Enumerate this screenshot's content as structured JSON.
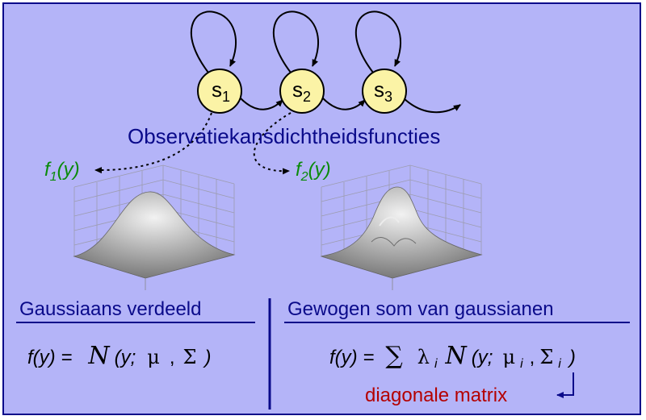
{
  "states": [
    {
      "letter": "s",
      "index": "1"
    },
    {
      "letter": "s",
      "index": "2"
    },
    {
      "letter": "s",
      "index": "3"
    }
  ],
  "observation_title": "Observatiekansdichtheidsfuncties",
  "density_labels": [
    {
      "f": "f",
      "sub": "1",
      "arg": "(y)"
    },
    {
      "f": "f",
      "sub": "2",
      "arg": "(y)"
    }
  ],
  "left_panel": {
    "heading": "Gaussiaans verdeeld",
    "formula": {
      "lhs": "f(y) =",
      "N": "N",
      "args": "(y;",
      "mu": "μ",
      "comma": ",",
      "sigma": "Σ",
      "close": ")"
    }
  },
  "right_panel": {
    "heading": "Gewogen som van gaussianen",
    "formula": {
      "lhs": "f(y) =",
      "sum": "∑",
      "lambda": "λ",
      "lambda_sub": "i",
      "N": "N",
      "args": "(y;",
      "mu": "μ",
      "mu_sub": "i",
      "comma": ",",
      "sigma": "Σ",
      "sigma_sub": "i",
      "close": ")"
    },
    "note": "diagonale matrix"
  },
  "colors": {
    "background": "#b4b4f8",
    "navy": "#0a0a8a",
    "state_fill": "#fbf3a6",
    "green": "#0a8a0a",
    "red": "#b40000"
  }
}
